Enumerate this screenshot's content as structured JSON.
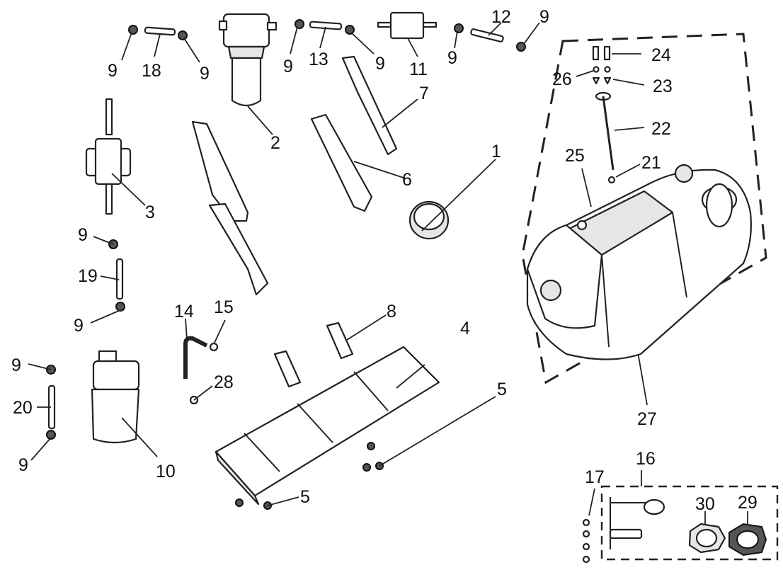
{
  "diagram": {
    "callouts": [
      {
        "id": "c1",
        "text": "1"
      },
      {
        "id": "c2",
        "text": "2"
      },
      {
        "id": "c3",
        "text": "3"
      },
      {
        "id": "c4",
        "text": "4"
      },
      {
        "id": "c5a",
        "text": "5"
      },
      {
        "id": "c5b",
        "text": "5"
      },
      {
        "id": "c6",
        "text": "6"
      },
      {
        "id": "c7",
        "text": "7"
      },
      {
        "id": "c8",
        "text": "8"
      },
      {
        "id": "c9a",
        "text": "9"
      },
      {
        "id": "c9b",
        "text": "9"
      },
      {
        "id": "c9c",
        "text": "9"
      },
      {
        "id": "c9d",
        "text": "9"
      },
      {
        "id": "c9e",
        "text": "9"
      },
      {
        "id": "c9f",
        "text": "9"
      },
      {
        "id": "c9g",
        "text": "9"
      },
      {
        "id": "c9h",
        "text": "9"
      },
      {
        "id": "c9i",
        "text": "9"
      },
      {
        "id": "c9j",
        "text": "9"
      },
      {
        "id": "c10",
        "text": "10"
      },
      {
        "id": "c11",
        "text": "11"
      },
      {
        "id": "c12",
        "text": "12"
      },
      {
        "id": "c13",
        "text": "13"
      },
      {
        "id": "c14",
        "text": "14"
      },
      {
        "id": "c15",
        "text": "15"
      },
      {
        "id": "c16",
        "text": "16"
      },
      {
        "id": "c17",
        "text": "17"
      },
      {
        "id": "c18",
        "text": "18"
      },
      {
        "id": "c19",
        "text": "19"
      },
      {
        "id": "c20",
        "text": "20"
      },
      {
        "id": "c21",
        "text": "21"
      },
      {
        "id": "c22",
        "text": "22"
      },
      {
        "id": "c23",
        "text": "23"
      },
      {
        "id": "c24",
        "text": "24"
      },
      {
        "id": "c25",
        "text": "25"
      },
      {
        "id": "c26",
        "text": "26"
      },
      {
        "id": "c27",
        "text": "27"
      },
      {
        "id": "c28",
        "text": "28"
      },
      {
        "id": "c29",
        "text": "29"
      },
      {
        "id": "c30",
        "text": "30"
      }
    ]
  }
}
